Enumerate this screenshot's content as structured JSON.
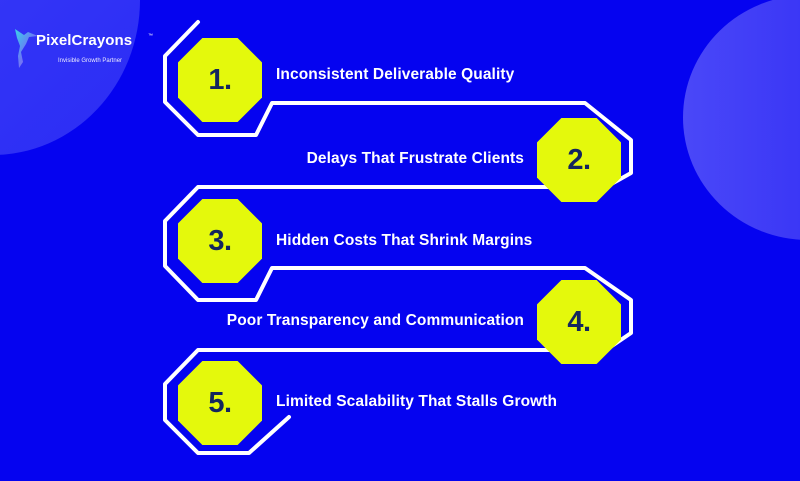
{
  "brand": {
    "name": "PixelCrayons",
    "trademark": "™",
    "tagline": "Invisible Growth Partner",
    "icon": "hummingbird-icon"
  },
  "colors": {
    "background": "#0503f0",
    "badge_fill": "#e4f90c",
    "badge_text": "#14265e",
    "line": "#ffffff",
    "text": "#ffffff"
  },
  "steps": [
    {
      "number": "1.",
      "label": "Inconsistent Deliverable Quality",
      "side": "left"
    },
    {
      "number": "2.",
      "label": "Delays That Frustrate Clients",
      "side": "right"
    },
    {
      "number": "3.",
      "label": "Hidden Costs That Shrink Margins",
      "side": "left"
    },
    {
      "number": "4.",
      "label": "Poor Transparency and Communication",
      "side": "right"
    },
    {
      "number": "5.",
      "label": "Limited Scalability That Stalls Growth",
      "side": "left"
    }
  ]
}
